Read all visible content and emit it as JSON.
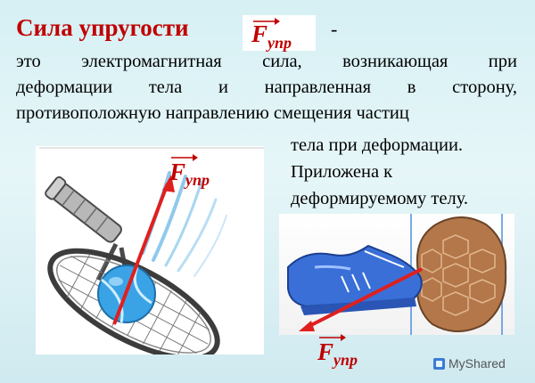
{
  "title": "Сила упругости",
  "force_symbol": {
    "letter": "F",
    "subscript": "упр"
  },
  "dash": "-",
  "definition_lines": [
    "это электромагнитная сила, возникающая при",
    "деформации тела и направленная в сторону,",
    "противоположную направлению смещения частиц"
  ],
  "right_lines": [
    "тела при деформации.",
    "Приложена к",
    "деформируемому телу."
  ],
  "watermark": "MyShared",
  "colors": {
    "accent": "#c00000",
    "background": "#d6f0f4",
    "shoe": "#3a6fd8",
    "ball": "#b3774a"
  }
}
